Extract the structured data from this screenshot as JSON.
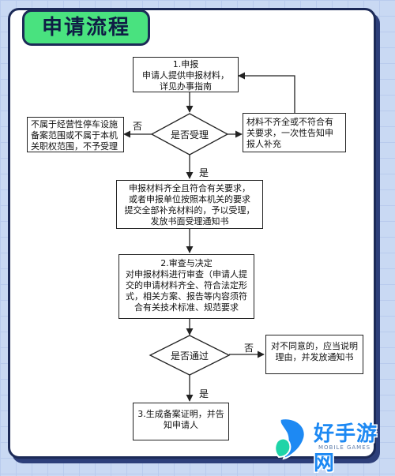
{
  "title": "申请流程",
  "steps": {
    "apply": "1.申报\n申请人提供申报材料，\n详见办事指南",
    "reject_scope": "不属于经营性停车设施\n备案范围或不属于本机\n关职权范围，不予受理",
    "decision_accept": "是否受理",
    "incomplete": "材料不齐全或不符合有\n关要求，一次性告知申\n报人补充",
    "accept": "申报材料齐全且符合有关要求，\n或者申报单位按照本机关的要求\n提交全部补充材料的，予以受理，\n发放书面受理通知书",
    "review": "2.审查与决定\n对申报材料进行审查（申请人提\n交的申请材料齐全、符合法定形\n式，相关方案、报告等内容须符\n合有关技术标准、规范要求",
    "decision_pass": "是否通过",
    "disagree": "对不同意的，应当说明\n理由，并发放通知书",
    "issue": "3.生成备案证明，并告\n知申请人"
  },
  "labels": {
    "no_1": "否",
    "yes_1": "是",
    "no_2": "否",
    "yes_2": "是"
  },
  "logo": {
    "name": "好手游网",
    "sub": "MOBILE GAMES"
  },
  "colors": {
    "accent": "#49e27f",
    "border": "#1c2a57",
    "background": "#c9d9f3",
    "logo": "#1d89f3"
  }
}
